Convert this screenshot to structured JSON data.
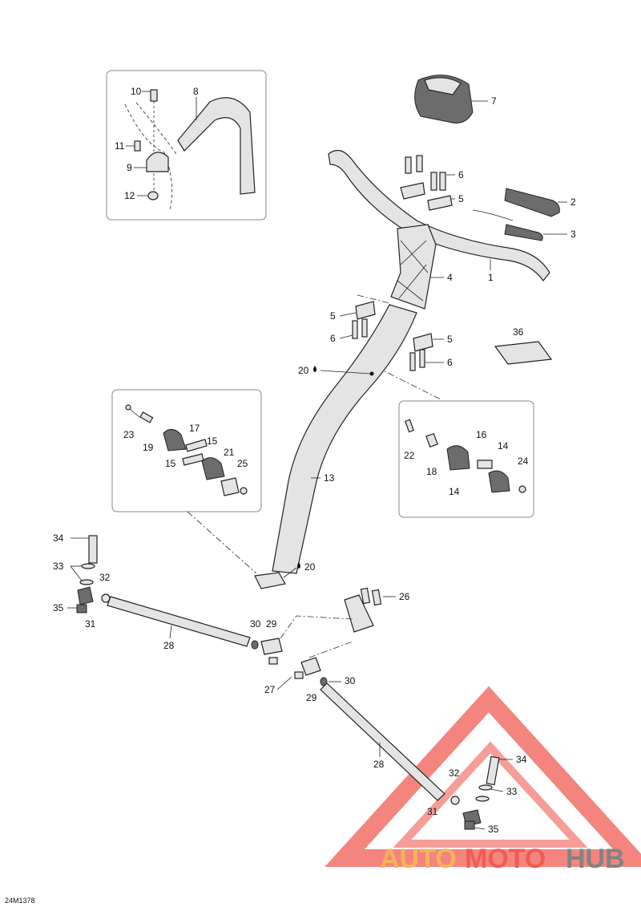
{
  "diagram_code": "24M1378",
  "watermark": {
    "text_auto": "AUTO",
    "text_moto": "MOTO",
    "text_hub": "HUB"
  },
  "colors": {
    "watermark_red": "#ee4036",
    "watermark_orange": "#f7a540",
    "watermark_gray": "#6d6e71"
  },
  "labels": {
    "l1": "1",
    "l2": "2",
    "l3": "3",
    "l4": "4",
    "l5a": "5",
    "l5b": "5",
    "l5c": "5",
    "l6a": "6",
    "l6b": "6",
    "l6c": "6",
    "l7": "7",
    "l8": "8",
    "l9": "9",
    "l10": "10",
    "l11": "11",
    "l12": "12",
    "l13": "13",
    "l14a": "14",
    "l14b": "14",
    "l15a": "15",
    "l15b": "15",
    "l16": "16",
    "l17": "17",
    "l18": "18",
    "l19": "19",
    "l20a": "20",
    "l20b": "20",
    "l21": "21",
    "l22": "22",
    "l23": "23",
    "l24": "24",
    "l25": "25",
    "l26": "26",
    "l27": "27",
    "l28a": "28",
    "l28b": "28",
    "l29a": "29",
    "l29b": "29",
    "l30a": "30",
    "l30b": "30",
    "l31a": "31",
    "l31b": "31",
    "l32a": "32",
    "l32b": "32",
    "l33a": "33",
    "l33b": "33",
    "l34a": "34",
    "l34b": "34",
    "l35a": "35",
    "l35b": "35",
    "l36": "36"
  }
}
